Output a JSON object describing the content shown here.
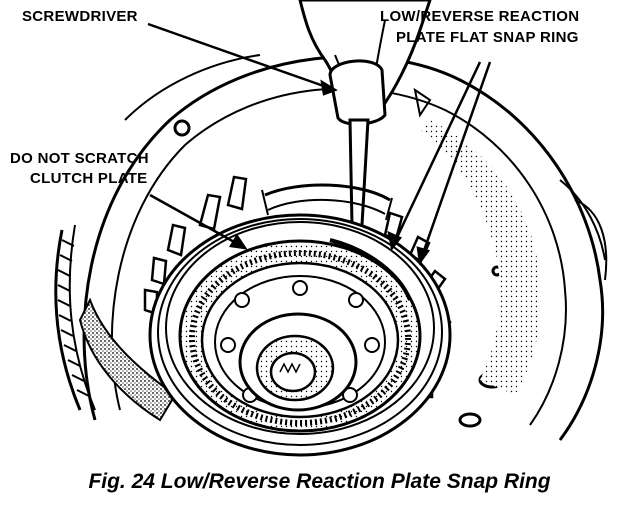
{
  "labels": {
    "screwdriver": "SCREWDRIVER",
    "snap_ring_line1": "LOW/REVERSE REACTION",
    "snap_ring_line2": "PLATE FLAT SNAP RING",
    "scratch_line1": "DO NOT SCRATCH",
    "scratch_line2": "CLUTCH PLATE"
  },
  "caption": "Fig. 24 Low/Reverse Reaction Plate Snap Ring",
  "colors": {
    "ink": "#000000",
    "paper": "#ffffff",
    "shade": "#bfbfbf"
  }
}
